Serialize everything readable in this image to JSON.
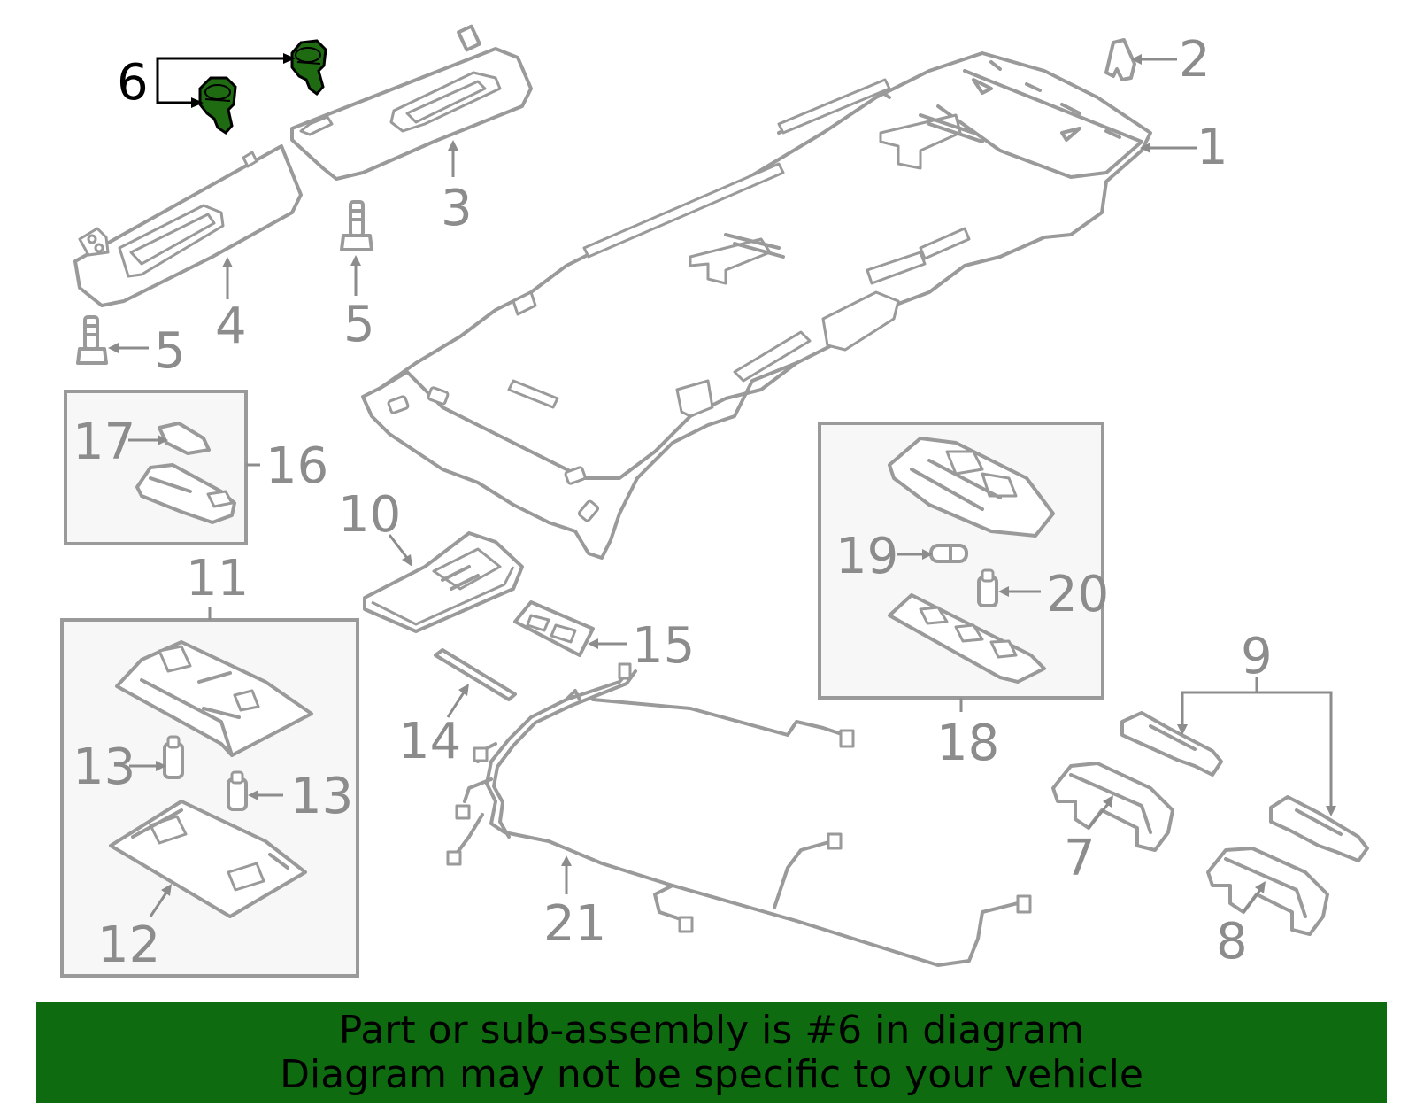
{
  "callouts": {
    "c1": "1",
    "c2": "2",
    "c3": "3",
    "c4": "4",
    "c5a": "5",
    "c5b": "5",
    "c6": "6",
    "c7": "7",
    "c8": "8",
    "c9": "9",
    "c10": "10",
    "c11": "11",
    "c12": "12",
    "c13a": "13",
    "c13b": "13",
    "c14": "14",
    "c15": "15",
    "c16": "16",
    "c17": "17",
    "c18": "18",
    "c19": "19",
    "c20": "20",
    "c21": "21"
  },
  "highlighted_part": "6",
  "colors": {
    "line_art": "#9a9a9a",
    "callout_text": "#8c8c8c",
    "highlight_fill": "#1e6b12",
    "banner_bg": "#0f6b0f",
    "banner_text": "#000000"
  },
  "banner": {
    "line1": "Part or sub-assembly is #6 in diagram",
    "line2": "Diagram may not be specific to your vehicle"
  }
}
